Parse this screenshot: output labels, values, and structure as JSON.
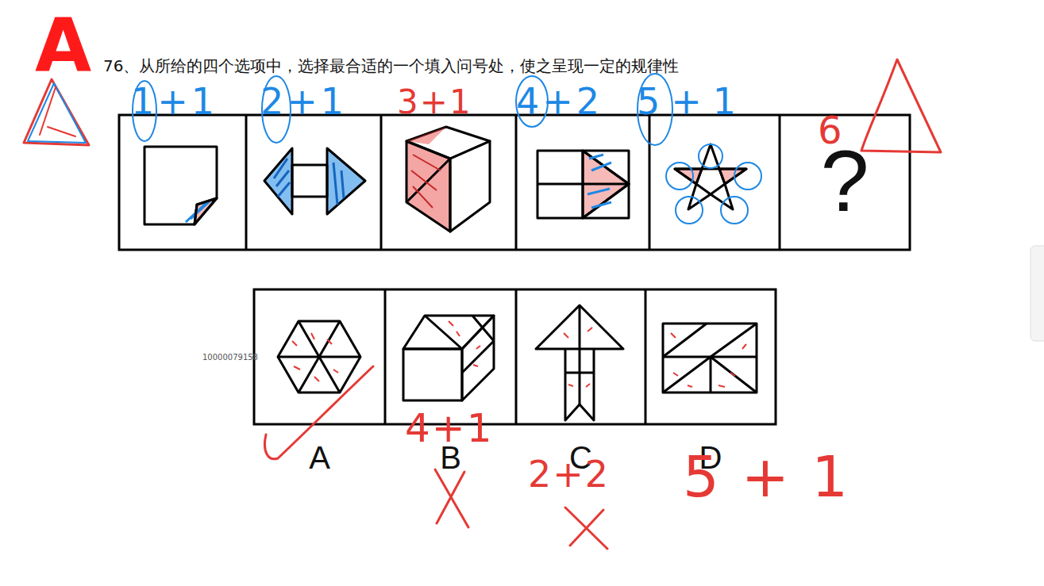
{
  "diagram": {
    "title": "76、从所给的四个选项中，选择最合适的一个填入问号处，使之呈现一定的规律性",
    "nodes": [
      {
        "text": [
          "?"
        ]
      },
      {
        "text": [
          "A"
        ]
      },
      {
        "text": [
          "B"
        ]
      },
      {
        "text": [
          "C"
        ]
      },
      {
        "text": [
          "D"
        ]
      }
    ],
    "labels": [
      "A",
      "1+1",
      "2+1",
      "3+1",
      "4+2",
      "5+1",
      "6",
      "10000079158",
      "4+1",
      "2+2",
      "5+1"
    ]
  }
}
